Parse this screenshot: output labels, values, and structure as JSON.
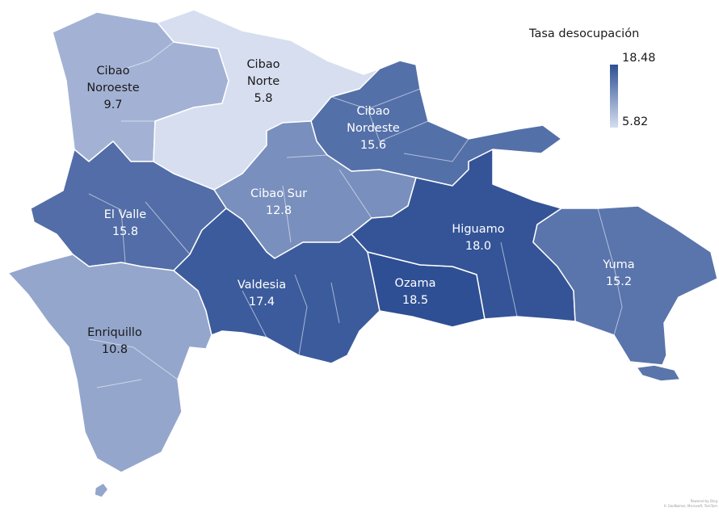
{
  "legend": {
    "title": "Tasa desocupación",
    "max": 18.48,
    "min": 5.82,
    "max_label": "18.48",
    "min_label": "5.82",
    "color_high": "#2e4f94",
    "color_low": "#d6def0"
  },
  "regions": [
    {
      "id": "cibao-noroeste",
      "name_lines": [
        "Cibao",
        "Noroeste"
      ],
      "value": 9.7,
      "value_label": "9.7"
    },
    {
      "id": "cibao-norte",
      "name_lines": [
        "Cibao",
        "Norte"
      ],
      "value": 5.8,
      "value_label": "5.8"
    },
    {
      "id": "cibao-nordeste",
      "name_lines": [
        "Cibao",
        "Nordeste"
      ],
      "value": 15.6,
      "value_label": "15.6"
    },
    {
      "id": "cibao-sur",
      "name_lines": [
        "Cibao Sur"
      ],
      "value": 12.8,
      "value_label": "12.8"
    },
    {
      "id": "el-valle",
      "name_lines": [
        "El Valle"
      ],
      "value": 15.8,
      "value_label": "15.8"
    },
    {
      "id": "valdesia",
      "name_lines": [
        "Valdesia"
      ],
      "value": 17.4,
      "value_label": "17.4"
    },
    {
      "id": "enriquillo",
      "name_lines": [
        "Enriquillo"
      ],
      "value": 10.8,
      "value_label": "10.8"
    },
    {
      "id": "ozama",
      "name_lines": [
        "Ozama"
      ],
      "value": 18.5,
      "value_label": "18.5"
    },
    {
      "id": "higuamo",
      "name_lines": [
        "Higuamo"
      ],
      "value": 18.0,
      "value_label": "18.0"
    },
    {
      "id": "yuma",
      "name_lines": [
        "Yuma"
      ],
      "value": 15.2,
      "value_label": "15.2"
    }
  ],
  "attribution": [
    "Powered by Bing",
    "© GeoNames, Microsoft, TomTom"
  ]
}
